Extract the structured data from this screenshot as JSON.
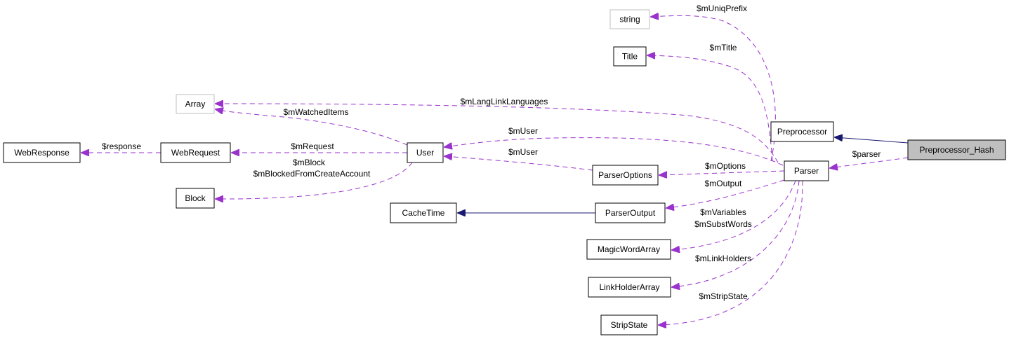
{
  "diagram": {
    "title": "Preprocessor_Hash collaboration graph",
    "colors": {
      "association_edge": "#9a32cd",
      "inheritance_edge": "#191970",
      "focus_fill": "#bfbfbf",
      "external_border": "#bfbfbf"
    },
    "nodes": {
      "string": "string",
      "title": "Title",
      "array": "Array",
      "preprocessor": "Preprocessor",
      "preprocessor_hash": "Preprocessor_Hash",
      "webresponse": "WebResponse",
      "webrequest": "WebRequest",
      "user": "User",
      "parseroptions": "ParserOptions",
      "parser": "Parser",
      "block": "Block",
      "cachetime": "CacheTime",
      "parseroutput": "ParserOutput",
      "magicwordarray": "MagicWordArray",
      "linkholderarray": "LinkHolderArray",
      "stripstate": "StripState"
    },
    "edge_labels": {
      "muniqprefix": "$mUniqPrefix",
      "mtitle": "$mTitle",
      "mlanglinklanguages": "$mLangLinkLanguages",
      "mwatcheditems": "$mWatchedItems",
      "muser_parser": "$mUser",
      "muser_options": "$mUser",
      "response": "$response",
      "mrequest": "$mRequest",
      "mblock": "$mBlock",
      "mblockedfromcreateaccount": "$mBlockedFromCreateAccount",
      "parser": "$parser",
      "moptions": "$mOptions",
      "moutput": "$mOutput",
      "mvariables": "$mVariables",
      "msubstwords": "$mSubstWords",
      "mlinkholders": "$mLinkHolders",
      "mstripstate": "$mStripState"
    }
  }
}
